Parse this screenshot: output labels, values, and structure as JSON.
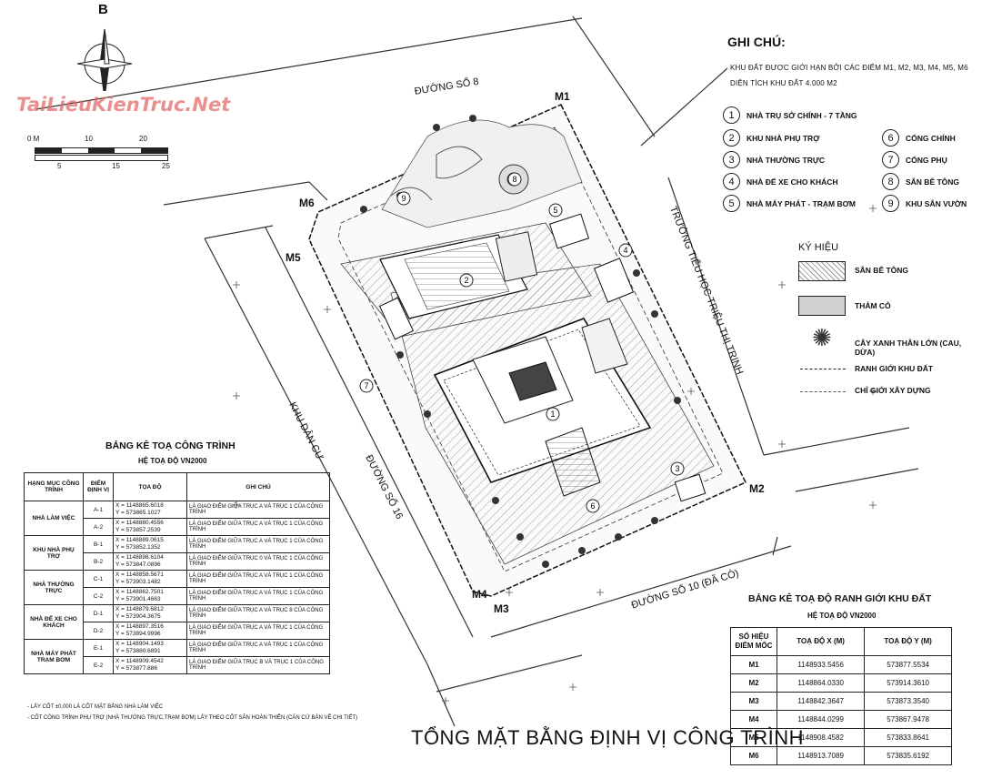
{
  "north": "B",
  "watermark": "TaiLieuKienTruc.Net",
  "scale_bar": {
    "top": [
      "0 M",
      "10",
      "20"
    ],
    "bottom": [
      "5",
      "15",
      "25"
    ]
  },
  "notes": {
    "title": "GHI CHÚ:",
    "lines": [
      "KHU ĐẤT ĐƯỢC GIỚI HẠN BỞI CÁC ĐIỂM  M1, M2, M3, M4, M5, M6",
      "DIỆN TÍCH KHU ĐẤT 4.000 M2"
    ]
  },
  "numbered_legend": [
    {
      "num": "1",
      "label": "NHÀ TRỤ SỞ CHÍNH - 7 TẦNG"
    },
    {
      "num": "2",
      "label": "KHU NHÀ PHỤ TRỢ"
    },
    {
      "num": "3",
      "label": "NHÀ THƯỜNG TRỰC"
    },
    {
      "num": "4",
      "label": "NHÀ ĐỂ XE CHO KHÁCH"
    },
    {
      "num": "5",
      "label": "NHÀ MÁY PHÁT - TRẠM BƠM"
    },
    {
      "num": "6",
      "label": "CỔNG CHÍNH"
    },
    {
      "num": "7",
      "label": "CỔNG PHỤ"
    },
    {
      "num": "8",
      "label": "SÂN BÊ TÔNG"
    },
    {
      "num": "9",
      "label": "KHU SÂN VƯỜN"
    }
  ],
  "symbol_legend": {
    "title": "KÝ HIỆU",
    "items": [
      "SÂN BÊ TÔNG",
      "THẢM CỎ",
      "CÂY XANH THÂN LỚN (CAU, DỪA)",
      "RANH GIỚI KHU ĐẤT",
      "CHỈ GIỚI XÂY DỰNG"
    ]
  },
  "roads": {
    "north": "ĐƯỜNG SỐ 8",
    "east": "TRƯỜNG TIỂU HỌC TRIỆU THỊ TRINH",
    "west_area": "KHU DÂN CƯ",
    "west": "ĐƯỜNG SỐ 16",
    "south": "ĐƯỜNG SỐ 10 (ĐÃ CÓ)"
  },
  "markers": [
    "M1",
    "M2",
    "M3",
    "M4",
    "M5",
    "M6"
  ],
  "construction_table": {
    "title": "BẢNG KÊ TOẠ CÔNG TRÌNH",
    "subtitle": "HỆ TOẠ ĐỘ VN2000",
    "headers": [
      "HẠNG MỤC CÔNG TRÌNH",
      "ĐIỂM ĐỊNH VỊ",
      "TỌA ĐỘ",
      "GHI CHÚ"
    ],
    "groups": [
      {
        "name": "NHÀ LÀM VIỆC",
        "rows": [
          {
            "pt": "A-1",
            "x": "X = 1148865.6018",
            "y": "Y = 573865.1027",
            "note": "LÀ GIAO ĐIỂM GIỮA TRỤC A VÀ TRỤC 1 CỦA CÔNG TRÌNH"
          },
          {
            "pt": "A-2",
            "x": "X = 1148880.4556",
            "y": "Y = 573857.2539",
            "note": "LÀ GIAO ĐIỂM GIỮA TRỤC A VÀ TRỤC 1 CỦA CÔNG TRÌNH"
          }
        ]
      },
      {
        "name": "KHU NHÀ PHỤ TRỢ",
        "rows": [
          {
            "pt": "B-1",
            "x": "X = 1148889.0615",
            "y": "Y = 573852.1352",
            "note": "LÀ GIAO ĐIỂM GIỮA TRỤC A VÀ TRỤC 1 CỦA CÔNG TRÌNH"
          },
          {
            "pt": "B-2",
            "x": "X = 1148898.6104",
            "y": "Y = 573847.0896",
            "note": "LÀ GIAO ĐIỂM GIỮA TRỤC 0 VÀ TRỤC 1 CỦA CÔNG TRÌNH"
          }
        ]
      },
      {
        "name": "NHÀ THƯỜNG TRỰC",
        "rows": [
          {
            "pt": "C-1",
            "x": "X = 1148858.5671",
            "y": "Y = 573903.1482",
            "note": "LÀ GIAO ĐIỂM GIỮA TRỤC A VÀ TRỤC 1 CỦA CÔNG TRÌNH"
          },
          {
            "pt": "C-2",
            "x": "X = 1148862.7501",
            "y": "Y = 573901.4663",
            "note": "LÀ GIAO ĐIỂM GIỮA TRỤC A VÀ TRỤC 1 CỦA CÔNG TRÌNH"
          }
        ]
      },
      {
        "name": "NHÀ ĐỂ XE CHO KHÁCH",
        "rows": [
          {
            "pt": "D-1",
            "x": "X = 1148879.6812",
            "y": "Y = 573904.3675",
            "note": "LÀ GIAO ĐIỂM GIỮA TRỤC A VÀ TRỤC 8 CỦA CÔNG TRÌNH"
          },
          {
            "pt": "D-2",
            "x": "X = 1148897.3516",
            "y": "Y = 573894.9996",
            "note": "LÀ GIAO ĐIỂM GIỮA TRỤC A VÀ TRỤC 1 CỦA CÔNG TRÌNH"
          }
        ]
      },
      {
        "name": "NHÀ MÁY PHÁT TRẠM BƠM",
        "rows": [
          {
            "pt": "E-1",
            "x": "X = 1148904.1493",
            "y": "Y = 573880.6891",
            "note": "LÀ GIAO ĐIỂM GIỮA TRỤC A VÀ TRỤC 1 CỦA CÔNG TRÌNH"
          },
          {
            "pt": "E-2",
            "x": "X = 1148909.4542",
            "y": "Y = 573877.886",
            "note": "LÀ GIAO ĐIỂM GIỮA TRỤC B VÀ TRỤC 1 CỦA CÔNG TRÌNH"
          }
        ]
      }
    ],
    "footnotes": [
      "- LẤY CỐT ±0,000 LÀ CỐT MẶT BẰNG NHÀ LÀM VIỆC",
      "- CỐT CÔNG TRÌNH PHỤ TRỢ (NHÀ THƯỜNG TRỰC,TRẠM BƠM) LẤY THEO CỐT SÂN HOÀN THIỆN (CĂN CỨ BẢN VẼ CHI TIẾT)"
    ]
  },
  "boundary_table": {
    "title": "BẢNG KÊ TOẠ ĐỘ RANH GIỚI KHU ĐẤT",
    "subtitle": "HỆ TOẠ ĐỘ VN2000",
    "headers": [
      "SỐ HIỆU ĐIỂM MỐC",
      "TOẠ ĐỘ X (M)",
      "TOẠ ĐỘ Y (M)"
    ],
    "rows": [
      {
        "pt": "M1",
        "x": "1148933.5456",
        "y": "573877.5534"
      },
      {
        "pt": "M2",
        "x": "1148864.0330",
        "y": "573914.3610"
      },
      {
        "pt": "M3",
        "x": "1148842.3647",
        "y": "573873.3540"
      },
      {
        "pt": "M4",
        "x": "1148844.0299",
        "y": "573867.9478"
      },
      {
        "pt": "M5",
        "x": "1148908.4582",
        "y": "573833.8641"
      },
      {
        "pt": "M6",
        "x": "1148913.7089",
        "y": "573835.6192"
      }
    ]
  },
  "main_title": "TỔNG MẶT BẰNG ĐỊNH VỊ CÔNG TRÌNH"
}
